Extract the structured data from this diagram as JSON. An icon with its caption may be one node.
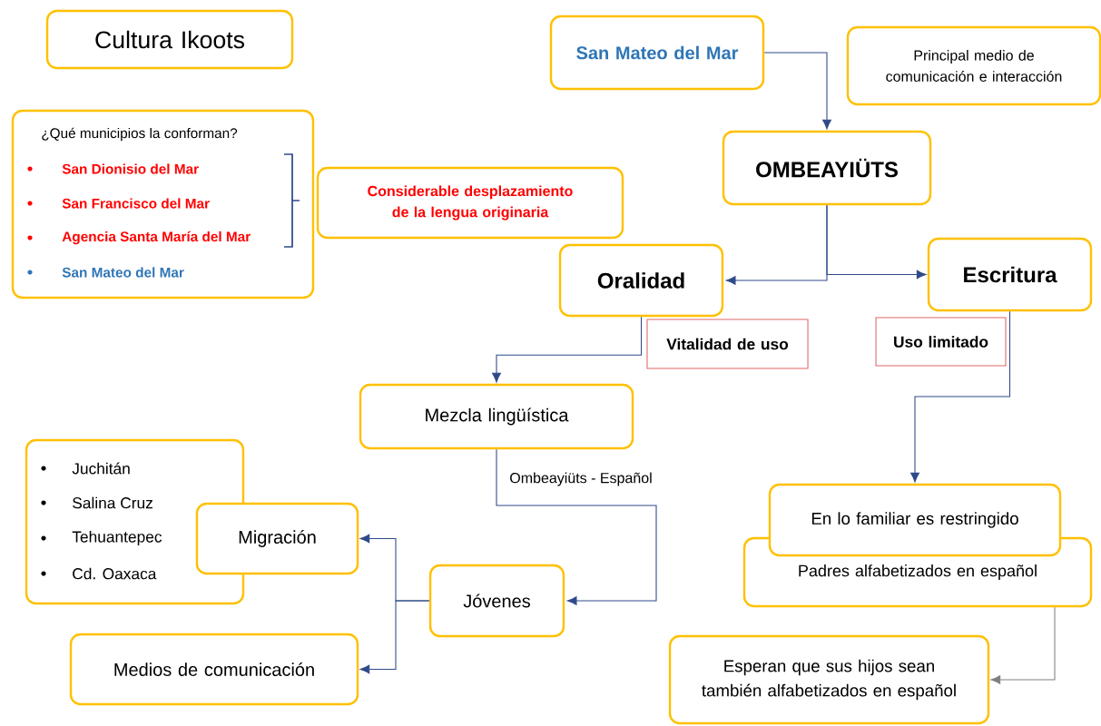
{
  "diagram": {
    "nodes": [
      {
        "text": [
          "Cultura Ikoots"
        ]
      },
      {
        "text": [
          "¿Qué municipios la conforman?",
          "San Dionisio del Mar",
          "San Francisco del Mar",
          "Agencia Santa María del Mar",
          "San Mateo del Mar"
        ]
      },
      {
        "text": [
          "Considerable desplazamiento de la lengua originaria"
        ]
      },
      {
        "text": [
          "San Mateo del Mar"
        ]
      },
      {
        "text": [
          "Principal medio de comunicación e interacción"
        ]
      },
      {
        "text": [
          "OMBEAYIÜTS"
        ]
      },
      {
        "text": [
          "Oralidad"
        ]
      },
      {
        "text": [
          "Escritura"
        ]
      },
      {
        "text": [
          "Vitalidad de uso"
        ]
      },
      {
        "text": [
          "Uso limitado"
        ]
      },
      {
        "text": [
          "Mezcla lingüística"
        ]
      },
      {
        "text": [
          "Juchitán",
          "Salina Cruz",
          "Tehuantepec",
          "Cd. Oaxaca"
        ]
      },
      {
        "text": [
          "Migración"
        ]
      },
      {
        "text": [
          "Jóvenes"
        ]
      },
      {
        "text": [
          "Medios de comunicación"
        ]
      },
      {
        "text": [
          "En lo familiar es restringido"
        ]
      },
      {
        "text": [
          "Padres alfabetizados en español"
        ]
      },
      {
        "text": [
          "Esperan que sus hijos sean también alfabetizados en español"
        ]
      }
    ],
    "edges": [
      {
        "from": 3,
        "to": 5,
        "arrow": "to"
      },
      {
        "from": 5,
        "to": 6,
        "arrow": "to"
      },
      {
        "from": 5,
        "to": 7,
        "arrow": "to"
      },
      {
        "from": 6,
        "to": 10,
        "arrow": "to"
      },
      {
        "from": 10,
        "to": 13,
        "arrow": "to",
        "label": "Ombeayiüts - Español"
      },
      {
        "from": 13,
        "to": 12,
        "arrow": "to"
      },
      {
        "from": 13,
        "to": 14,
        "arrow": "to"
      },
      {
        "from": 7,
        "to": 15,
        "arrow": "to"
      },
      {
        "from": 16,
        "to": 17,
        "arrow": "to",
        "color": "#808080"
      }
    ]
  }
}
